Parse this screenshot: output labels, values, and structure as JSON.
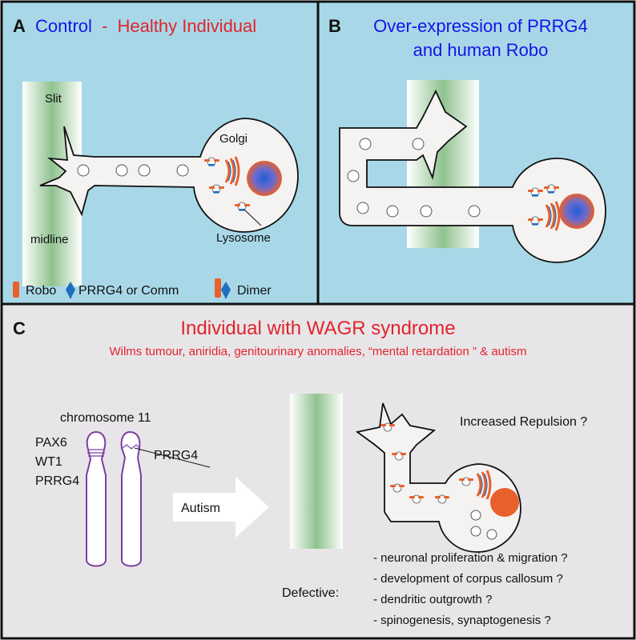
{
  "colors": {
    "panel_top": "#a8d8e8",
    "panel_bottom": "#e8e5e8",
    "title_blue": "#1414e6",
    "title_red": "#e0242c",
    "robo": "#e8602c",
    "prrg4": "#1f6fc0",
    "slit_green": "#9cc79c",
    "chromosome": "#7b3fa0",
    "cell_fill": "#f4f3f1"
  },
  "panel_a": {
    "letter": "A",
    "title_control": "Control",
    "title_dash": "-",
    "title_healthy": "Healthy Individual",
    "label_slit": "Slit",
    "label_midline": "midline",
    "label_golgi": "Golgi",
    "label_lysosome": "Lysosome"
  },
  "legend": {
    "robo": "Robo",
    "prrg4": "PRRG4 or Comm",
    "dimer": "Dimer"
  },
  "panel_b": {
    "letter": "B",
    "title_line1": "Over-expression of PRRG4",
    "title_line2": "and human Robo"
  },
  "panel_c": {
    "letter": "C",
    "title": "Individual with WAGR syndrome",
    "subtitle": "Wilms tumour, aniridia, genitourinary anomalies, “mental retardation ” & autism",
    "chromosome_label": "chromosome 11",
    "genes": [
      "PAX6",
      "WT1",
      "PRRG4"
    ],
    "deleted_gene": "PRRG4",
    "arrow_label": "Autism",
    "increased_repulsion": "Increased Repulsion ?",
    "defective_label": "Defective:",
    "defects": [
      "- neuronal proliferation & migration ?",
      "- development of corpus callosum ?",
      "- dendritic outgrowth ?",
      "- spinogenesis, synaptogenesis ?"
    ]
  }
}
